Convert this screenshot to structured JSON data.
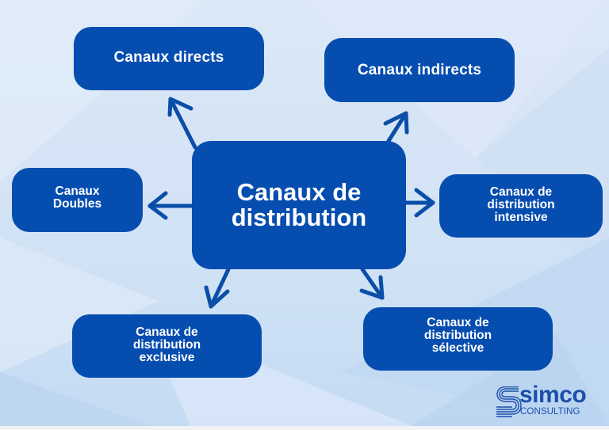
{
  "diagram": {
    "center": {
      "label_line1": "Canaux de",
      "label_line2": "distribution"
    },
    "nodes": [
      {
        "id": "directs",
        "label": "Canaux directs"
      },
      {
        "id": "indirects",
        "label": "Canaux indirects"
      },
      {
        "id": "doubles",
        "lines": [
          "Canaux",
          "Doubles"
        ]
      },
      {
        "id": "intensive",
        "lines": [
          "Canaux de",
          "distribution",
          "intensive"
        ]
      },
      {
        "id": "exclusive",
        "lines": [
          "Canaux de",
          "distribution",
          "exclusive"
        ]
      },
      {
        "id": "selective",
        "lines": [
          "Canaux de",
          "distribution",
          "sélective"
        ]
      }
    ],
    "colors": {
      "box": "#064db0",
      "arrow": "#0a4ea8",
      "background": "#d3e3f5",
      "text": "#ffffff"
    }
  },
  "logo": {
    "name": "simco",
    "subtitle": "CONSULTING",
    "color": "#1b4fa8"
  }
}
